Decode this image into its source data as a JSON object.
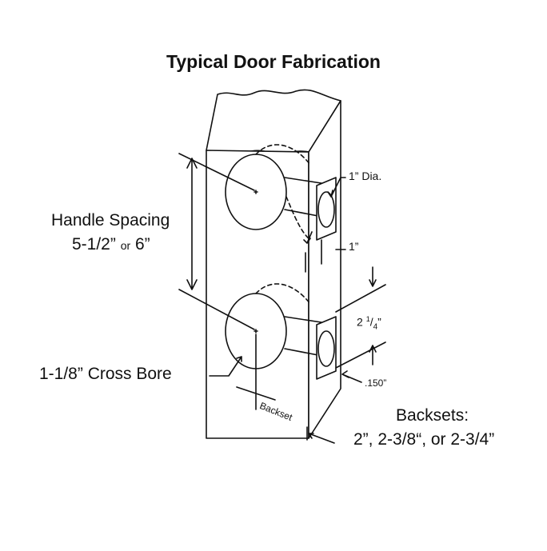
{
  "title": "Typical Door Fabrication",
  "handle_spacing": {
    "line1": "Handle Spacing",
    "line2_value": "5-1/2”",
    "line2_or": "or",
    "line2_alt": "6”"
  },
  "cross_bore": "1-1/8” Cross Bore",
  "backset_label": "Backset",
  "backsets": {
    "line1": "Backsets:",
    "line2": "2”, 2-3/8“, or 2-3/4”"
  },
  "dims": {
    "dia": "1” Dia.",
    "one_inch": "1”",
    "two_quarter_whole": "2",
    "two_quarter_num": "1",
    "two_quarter_den": "4",
    "two_quarter_mark": "”",
    "clearance": ".150”"
  },
  "colors": {
    "line": "#111111",
    "door_fill": "#ffffff",
    "background": "#ffffff"
  }
}
